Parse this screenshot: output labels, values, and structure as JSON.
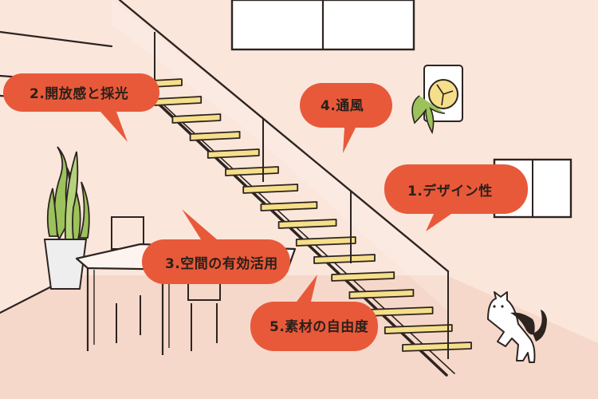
{
  "colors": {
    "wall": "#fbe6dc",
    "floor": "#f6d8cb",
    "ink": "#2d2420",
    "bubble": "#e8593a",
    "tread": "#f6df8a",
    "plant": "#9cc25c",
    "window_glass": "#ffffff"
  },
  "bubbles": [
    {
      "text": "2.開放感と採光",
      "icon": "speech-bubble"
    },
    {
      "text": "4.通風",
      "icon": "speech-bubble"
    },
    {
      "text": "1.デザイン性",
      "icon": "speech-bubble"
    },
    {
      "text": "3.空間の有効活用",
      "icon": "speech-bubble"
    },
    {
      "text": "5.素材の自由度",
      "icon": "speech-bubble"
    }
  ],
  "illustration": {
    "subjects": [
      "open-staircase",
      "glass-railing",
      "dining-table",
      "chairs",
      "potted-plant",
      "wall-fan",
      "windows",
      "cat"
    ]
  }
}
